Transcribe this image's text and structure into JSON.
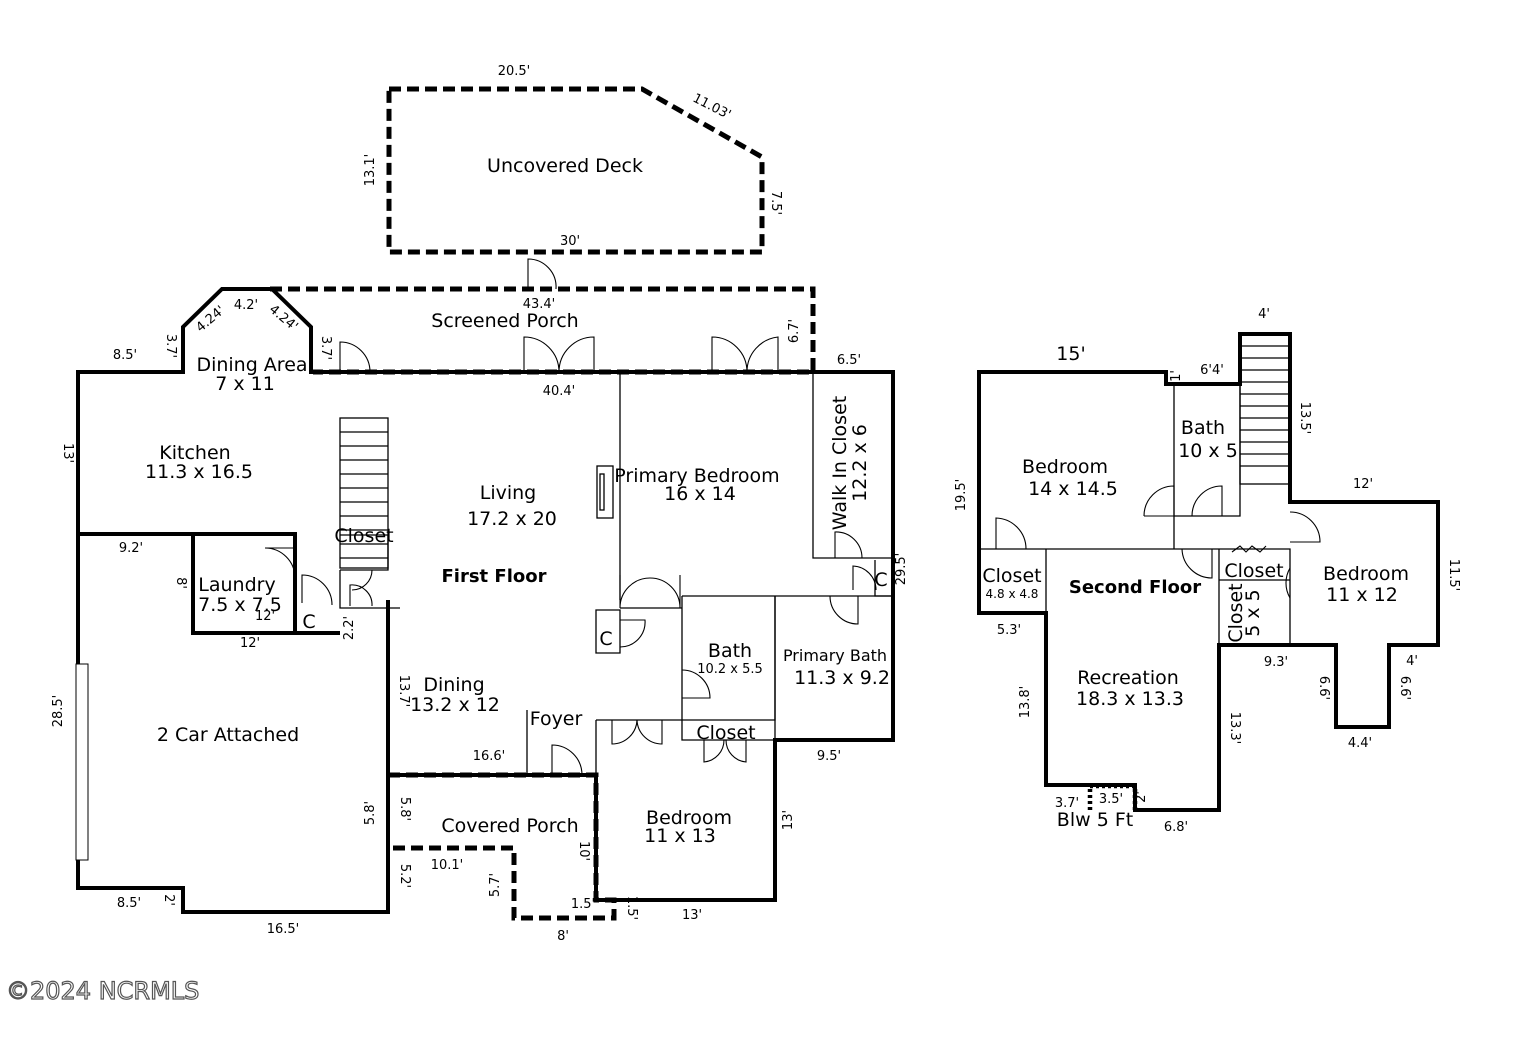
{
  "floors": {
    "first": "First Floor",
    "second": "Second Floor"
  },
  "rooms": {
    "uncovered_deck": "Uncovered Deck",
    "screened_porch": "Screened Porch",
    "dining_area": "Dining Area",
    "dining_area_size": "7 x 11",
    "kitchen": "Kitchen",
    "kitchen_size": "11.3 x 16.5",
    "closet_stair": "Closet",
    "laundry": "Laundry",
    "laundry_size": "7.5 x 7.5",
    "living": "Living",
    "living_size": "17.2 x 20",
    "primary_bedroom": "Primary Bedroom",
    "primary_bedroom_size": "16 x 14",
    "walk_in_closet": "Walk In Closet",
    "walk_in_closet_size": "12.2 x 6",
    "two_car": "2 Car Attached",
    "dining": "Dining",
    "dining_size": "13.2 x 12",
    "foyer": "Foyer",
    "bath": "Bath",
    "bath_size": "10.2 x 5.5",
    "primary_bath": "Primary Bath",
    "primary_bath_size": "11.3 x 9.2",
    "closet_hall": "Closet",
    "covered_porch": "Covered Porch",
    "bedroom1": "Bedroom",
    "bedroom1_size": "11 x 13",
    "c": "C",
    "bedroom2": "Bedroom",
    "bedroom2_size": "14 x 14.5",
    "bath2": "Bath",
    "bath2_size": "10 x 5",
    "closet2": "Closet",
    "closet2_size": "4.8 x 4.8",
    "closet3": "Closet",
    "closet4": "Closet",
    "closet4_size": "5 x 5",
    "bedroom3": "Bedroom",
    "bedroom3_size": "11 x 12",
    "recreation": "Recreation",
    "recreation_size": "18.3 x 13.3",
    "blw": "Blw 5 Ft"
  },
  "dims": {
    "d20_5": "20.5'",
    "d11_03": "11.03'",
    "d13_1": "13.1'",
    "d7_5": "7.5'",
    "d30": "30'",
    "d43_4": "43.4'",
    "d4_2": "4.2'",
    "d4_24a": "4.24'",
    "d4_24b": "4.24'",
    "d3_7a": "3.7'",
    "d3_7b": "3.7'",
    "d6_7": "6.7'",
    "d8_5": "8.5'",
    "d6_5": "6.5'",
    "d40_4": "40.4'",
    "d13": "13'",
    "d9_2": "9.2'",
    "d8": "8'",
    "d12a": "12'",
    "d12b": "12'",
    "d2_2": "2.2'",
    "d29_5": "29.5'",
    "d28_5": "28.5'",
    "d13_7": "13.7'",
    "d16_6": "16.6'",
    "d5_8a": "5.8'",
    "d5_8b": "5.8'",
    "d10_1": "10.1'",
    "d5_2": "5.2'",
    "d10": "10'",
    "d5_7": "5.7'",
    "d1_5a": "1.5'",
    "d1_5b": "1.5'",
    "d8b": "8'",
    "d8_5b": "8.5'",
    "d2": "2'",
    "d16_5": "16.5'",
    "d13b": "13'",
    "d13c": "13'",
    "d9_5": "9.5'",
    "s15": "15'",
    "s4": "4'",
    "s1": "1'",
    "s6_4": "6'4'",
    "s13_5": "13.5'",
    "s19_5": "19.5'",
    "s12": "12'",
    "s11_5": "11.5'",
    "s5_3": "5.3'",
    "s9_3": "9.3'",
    "s4b": "4'",
    "s6_6a": "6.6'",
    "s6_6b": "6.6'",
    "s4_4": "4.4'",
    "s13_8": "13.8'",
    "s13_3": "13.3'",
    "s3_7": "3.7'",
    "s3_5": "3.5'",
    "s2": "2'",
    "s6_8": "6.8'"
  },
  "watermark": "©2024 NCRMLS"
}
